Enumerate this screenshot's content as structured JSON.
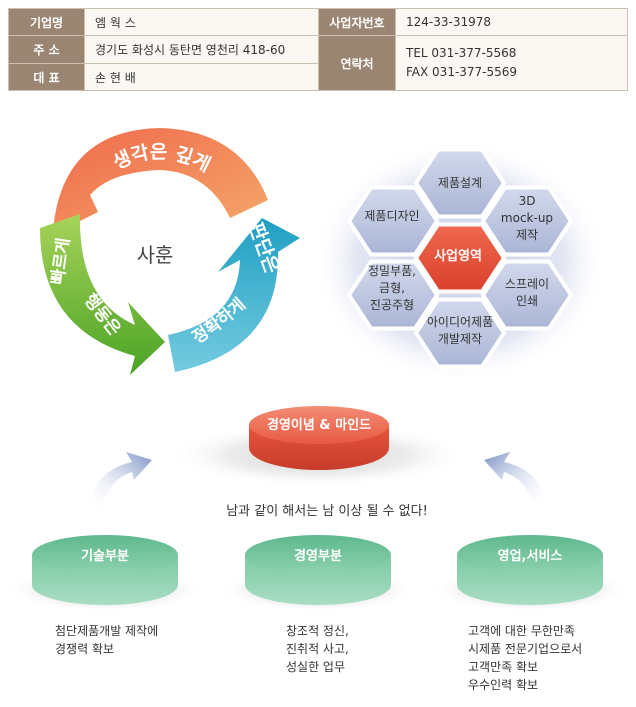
{
  "company": {
    "name_label": "기업명",
    "name_value": "엠 웍 스",
    "bizno_label": "사업자번호",
    "bizno_value": "124-33-31978",
    "address_label": "주 소",
    "address_value": "경기도 화성시 동탄면 영천리 418-60",
    "contact_label": "연락처",
    "tel_value": "TEL 031-377-5568",
    "fax_value": "FAX 031-377-5569",
    "ceo_label": "대 표",
    "ceo_value": "손 현 배"
  },
  "motto_cycle": {
    "center": "사훈",
    "arrow_top": "생각은 깊게",
    "arrow_right": "판단은",
    "arrow_bottom": "정확하게",
    "arrow_left_a": "빠르게",
    "arrow_left_b": "행동은",
    "colors": {
      "top": "#ec7c55",
      "right": "#27a7c6",
      "left": "#6cb32c"
    }
  },
  "business_hex": {
    "center": "사업영역",
    "cells": [
      "제품설계",
      "3D",
      "mock-up",
      "제작",
      "제품디자인",
      "정밀부품,",
      "금형,",
      "진공주형",
      "스프레이",
      "인쇄",
      "아이디어제품",
      "개발제작"
    ],
    "colors": {
      "center": "#e8523d",
      "cell": "#b9c3df"
    }
  },
  "philosophy": {
    "title": "경영이념 & 마인드",
    "slogan": "남과 같이 해서는 남 이상 될 수 없다!",
    "pillars": [
      {
        "title": "기술부분",
        "lines": [
          "첨단제품개발 제작에",
          "경쟁력 확보"
        ]
      },
      {
        "title": "경영부분",
        "lines": [
          "창조적 정신,",
          "진취적 사고,",
          "성실한 업무"
        ]
      },
      {
        "title": "영업,서비스",
        "lines": [
          "고객에 대한 무한만족",
          "시제품 전문기업으로서",
          "고객만족 확보",
          "우수인력 확보"
        ]
      }
    ],
    "colors": {
      "title_disc": "#e35a43",
      "pillar_disc": "#7fcaa5"
    }
  }
}
